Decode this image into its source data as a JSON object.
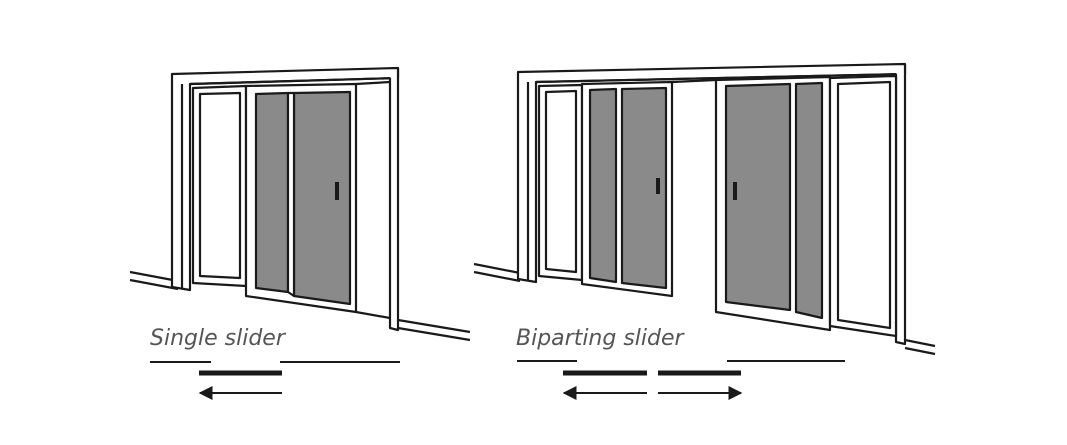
{
  "diagrams": [
    {
      "id": "single",
      "label": "Single slider"
    },
    {
      "id": "biparting",
      "label": "Biparting slider"
    }
  ],
  "colors": {
    "outline": "#1a1a1a",
    "glass": "#8a8a8a",
    "background": "#ffffff",
    "label": "#555555"
  },
  "icons": [
    "arrow-left-icon",
    "arrow-right-icon"
  ]
}
